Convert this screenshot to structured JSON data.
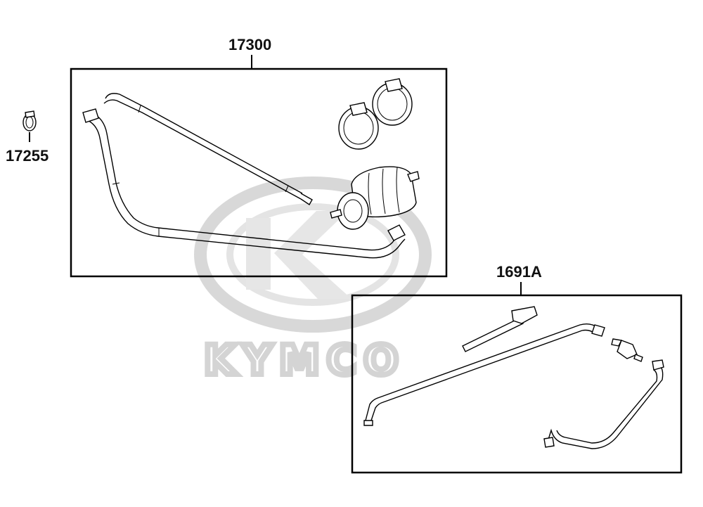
{
  "watermark": {
    "brand_text": "KYMCO",
    "color": "#d4d4d4"
  },
  "callouts": {
    "assembly_main": "17300",
    "clamp_single": "17255",
    "assembly_secondary": "1691A"
  },
  "colors": {
    "line": "#000000",
    "background": "#ffffff"
  }
}
